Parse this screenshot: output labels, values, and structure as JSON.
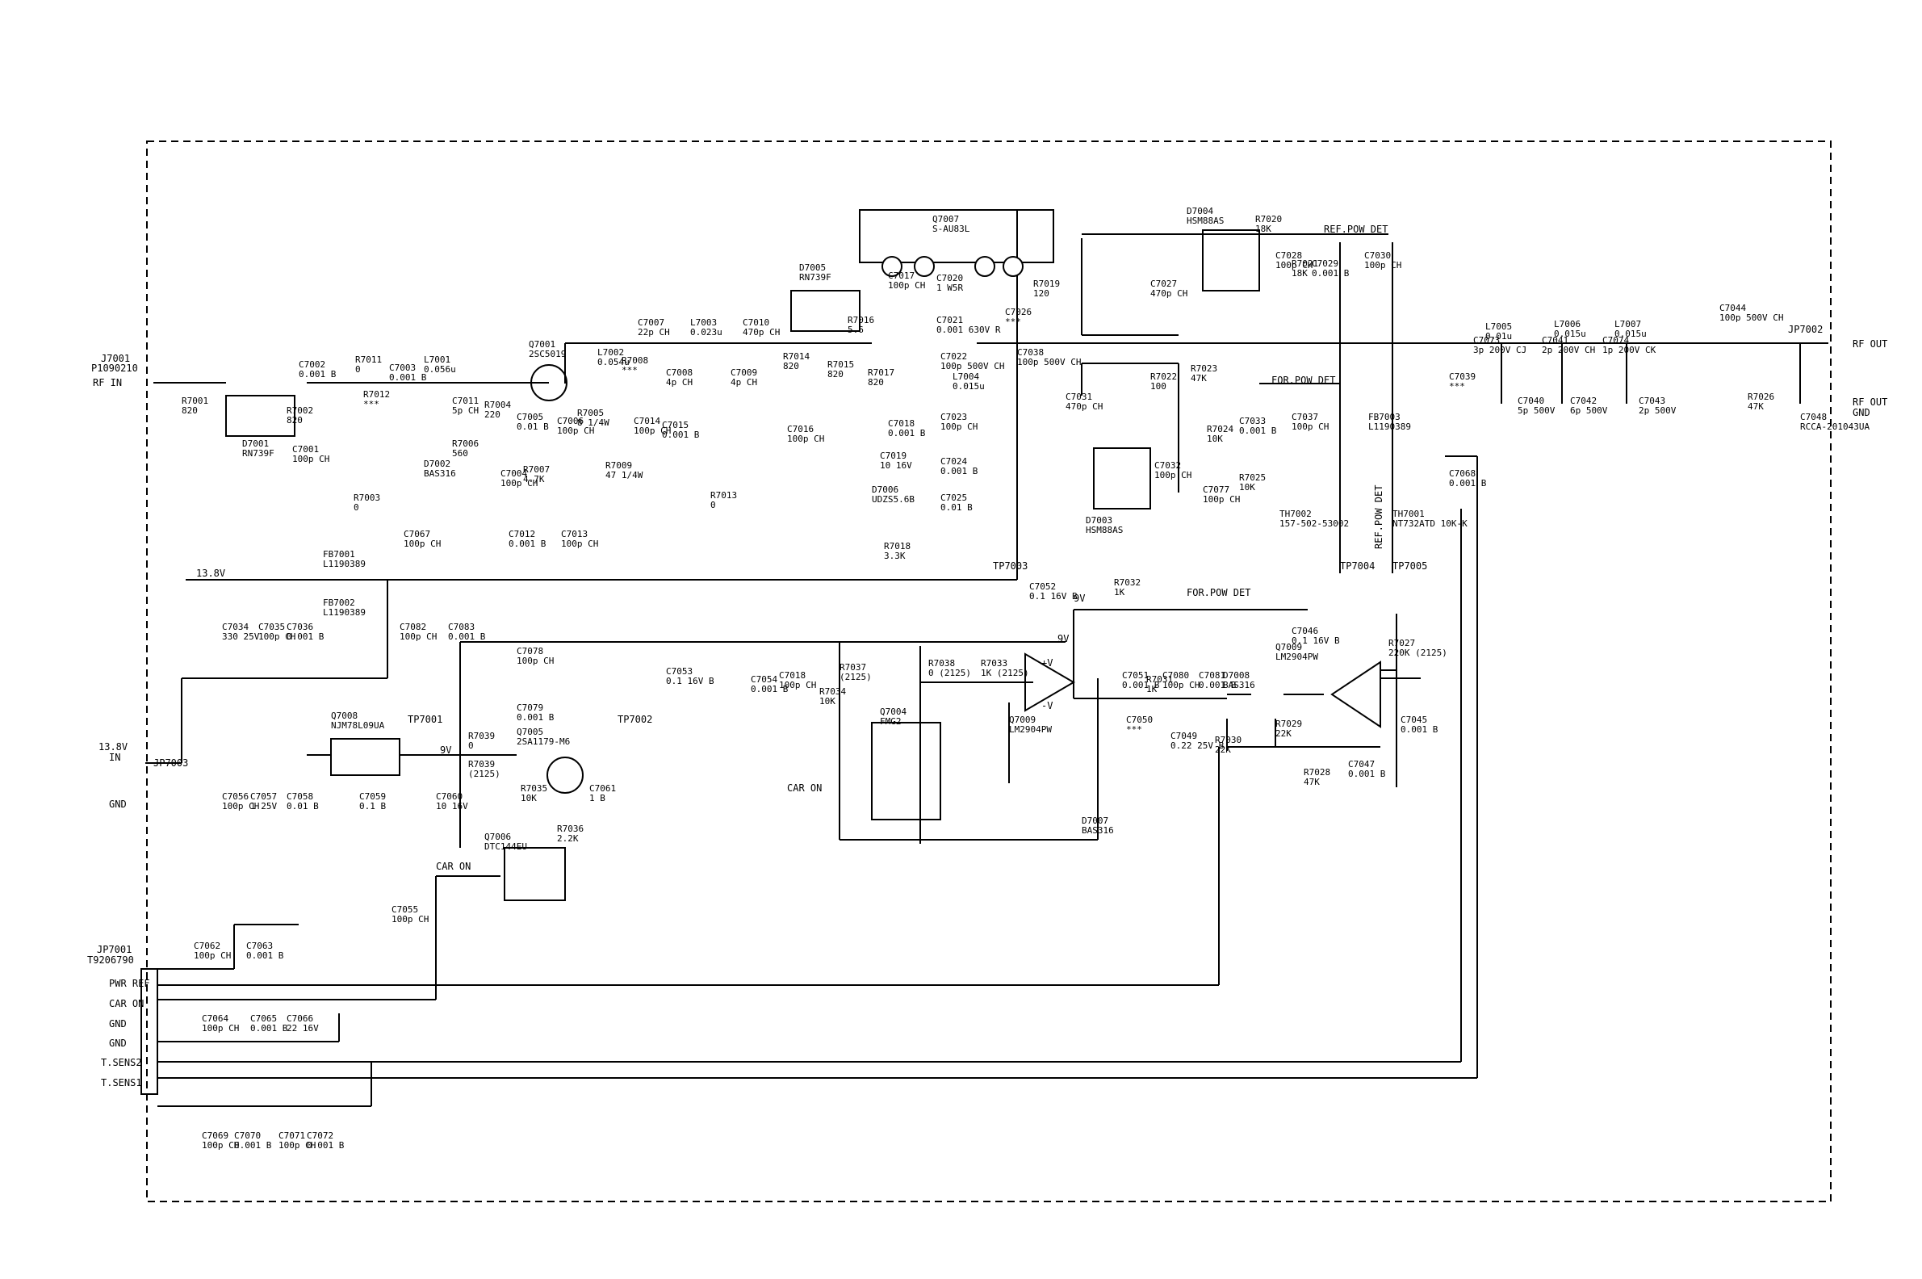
{
  "connectors": {
    "rf_in_ref": "J7001",
    "rf_in_part": "P1090210",
    "rf_in_label": "RF IN",
    "rf_out_ref": "JP7002",
    "rf_out_label": "RF OUT",
    "rf_out_gnd_label": "RF OUT",
    "rf_out_gnd_label2": "GND",
    "supply_label": "13.8V",
    "supply_in_label": "13.8V",
    "supply_in_label2": "IN",
    "supply_in_ref": "JP7003",
    "gnd_label": "GND",
    "jp7001_ref": "JP7001",
    "jp7001_part": "T9206790",
    "jp7001_pins": [
      "PWR REF",
      "CAR ON",
      "GND",
      "GND",
      "T.SENS2",
      "T.SENS1"
    ]
  },
  "test_points": [
    "TP7001",
    "TP7002",
    "TP7003",
    "TP7004",
    "TP7005"
  ],
  "labels": {
    "ref_pow_det_top": "REF.POW DET",
    "for_pow_det_mid": "FOR.POW DET",
    "for_pow_det_low": "FOR.POW DET",
    "ref_pow_det_vert": "REF.POW DET",
    "car_on_1": "CAR ON",
    "car_on_2": "CAR ON",
    "v9_1": "9V",
    "v9_2": "9V",
    "v9_3": "9V",
    "vplus": "+V",
    "vminus": "-V"
  },
  "components": [
    {
      "ref": "C7002",
      "val": "0.001 B"
    },
    {
      "ref": "R7011",
      "val": "0"
    },
    {
      "ref": "C7003",
      "val": "0.001 B"
    },
    {
      "ref": "L7001",
      "val": "0.056u"
    },
    {
      "ref": "R7001",
      "val": "820"
    },
    {
      "ref": "R7002",
      "val": "820"
    },
    {
      "ref": "R7012",
      "val": "***"
    },
    {
      "ref": "C7001",
      "val": "100p CH"
    },
    {
      "ref": "D7001",
      "val": "RN739F"
    },
    {
      "ref": "Q7001",
      "val": "2SC5019"
    },
    {
      "ref": "C7011",
      "val": "5p CH"
    },
    {
      "ref": "R7004",
      "val": "220"
    },
    {
      "ref": "R7006",
      "val": "560"
    },
    {
      "ref": "D7002",
      "val": "BAS316"
    },
    {
      "ref": "C7004",
      "val": "100p CH"
    },
    {
      "ref": "C7005",
      "val": "0.01 B"
    },
    {
      "ref": "C7006",
      "val": "100p CH"
    },
    {
      "ref": "R7005",
      "val": "8 1/4W"
    },
    {
      "ref": "R7007",
      "val": "4.7K"
    },
    {
      "ref": "R7003",
      "val": "0"
    },
    {
      "ref": "C7067",
      "val": "100p CH"
    },
    {
      "ref": "C7012",
      "val": "0.001 B"
    },
    {
      "ref": "C7013",
      "val": "100p CH"
    },
    {
      "ref": "L7002",
      "val": "0.054u"
    },
    {
      "ref": "R7008",
      "val": "***"
    },
    {
      "ref": "R7009",
      "val": "47 1/4W"
    },
    {
      "ref": "C7014",
      "val": "100p CH"
    },
    {
      "ref": "C7015",
      "val": "0.001 B"
    },
    {
      "ref": "C7007",
      "val": "22p CH"
    },
    {
      "ref": "L7003",
      "val": "0.023u"
    },
    {
      "ref": "C7008",
      "val": "4p CH"
    },
    {
      "ref": "C7009",
      "val": "4p CH"
    },
    {
      "ref": "C7010",
      "val": "470p CH"
    },
    {
      "ref": "R7013",
      "val": "0"
    },
    {
      "ref": "D7005",
      "val": "RN739F"
    },
    {
      "ref": "R7014",
      "val": "820"
    },
    {
      "ref": "R7015",
      "val": "820"
    },
    {
      "ref": "C7016",
      "val": "100p CH"
    },
    {
      "ref": "R7016",
      "val": "5.6"
    },
    {
      "ref": "R7017",
      "val": "820"
    },
    {
      "ref": "C7017",
      "val": "100p CH"
    },
    {
      "ref": "C7018",
      "val": "0.001 B"
    },
    {
      "ref": "C7019",
      "val": "10 16V"
    },
    {
      "ref": "D7006",
      "val": "UDZS5.6B"
    },
    {
      "ref": "R7018",
      "val": "3.3K"
    },
    {
      "ref": "Q7007",
      "val": "S-AU83L"
    },
    {
      "ref": "C7020",
      "val": "1 W5R"
    },
    {
      "ref": "C7021",
      "val": "0.001 630V R"
    },
    {
      "ref": "C7026",
      "val": "***"
    },
    {
      "ref": "C7022",
      "val": "100p 500V CH"
    },
    {
      "ref": "L7004",
      "val": "0.015u"
    },
    {
      "ref": "C7023",
      "val": "100p CH"
    },
    {
      "ref": "C7024",
      "val": "0.001 B"
    },
    {
      "ref": "C7025",
      "val": "0.01 B"
    },
    {
      "ref": "R7019",
      "val": "120"
    },
    {
      "ref": "C7038",
      "val": "100p 500V CH"
    },
    {
      "ref": "D7004",
      "val": "HSM88AS"
    },
    {
      "ref": "R7020",
      "val": "18K"
    },
    {
      "ref": "C7027",
      "val": "470p CH"
    },
    {
      "ref": "C7028",
      "val": "100p CH"
    },
    {
      "ref": "R7021",
      "val": "18K"
    },
    {
      "ref": "C7029",
      "val": "0.001 B"
    },
    {
      "ref": "C7030",
      "val": "100p CH"
    },
    {
      "ref": "C7031",
      "val": "470p CH"
    },
    {
      "ref": "R7022",
      "val": "100"
    },
    {
      "ref": "R7023",
      "val": "47K"
    },
    {
      "ref": "R7024",
      "val": "10K"
    },
    {
      "ref": "C7033",
      "val": "0.001 B"
    },
    {
      "ref": "C7037",
      "val": "100p CH"
    },
    {
      "ref": "D7003",
      "val": "HSM88AS"
    },
    {
      "ref": "C7032",
      "val": "100p CH"
    },
    {
      "ref": "C7077",
      "val": "100p CH"
    },
    {
      "ref": "R7025",
      "val": "10K"
    },
    {
      "ref": "TH7002",
      "val": "157-502-53002"
    },
    {
      "ref": "FB7003",
      "val": "L1190389"
    },
    {
      "ref": "C7039",
      "val": "***"
    },
    {
      "ref": "TH7001",
      "val": "NT732ATD 10K-K"
    },
    {
      "ref": "C7068",
      "val": "0.001 B"
    },
    {
      "ref": "L7005",
      "val": "0.01u"
    },
    {
      "ref": "L7006",
      "val": "0.015u"
    },
    {
      "ref": "L7007",
      "val": "0.015u"
    },
    {
      "ref": "C7073",
      "val": "3p 200V CJ"
    },
    {
      "ref": "C7041",
      "val": "2p 200V CH"
    },
    {
      "ref": "C7074",
      "val": "1p 200V CK"
    },
    {
      "ref": "C7040",
      "val": "5p 500V"
    },
    {
      "ref": "C7042",
      "val": "6p 500V"
    },
    {
      "ref": "C7043",
      "val": "2p 500V"
    },
    {
      "ref": "C7044",
      "val": "100p 500V CH"
    },
    {
      "ref": "R7026",
      "val": "47K"
    },
    {
      "ref": "C7048",
      "val": "RCCA-201043UA"
    },
    {
      "ref": "FB7001",
      "val": "L1190389"
    },
    {
      "ref": "FB7002",
      "val": "L1190389"
    },
    {
      "ref": "C7034",
      "val": "330 25V"
    },
    {
      "ref": "C7035",
      "val": "100p CH"
    },
    {
      "ref": "C7036",
      "val": "0.001 B"
    },
    {
      "ref": "C7082",
      "val": "100p CH"
    },
    {
      "ref": "C7083",
      "val": "0.001 B"
    },
    {
      "ref": "C7078",
      "val": "100p CH"
    },
    {
      "ref": "C7079",
      "val": "0.001 B"
    },
    {
      "ref": "C7053",
      "val": "0.1 16V B"
    },
    {
      "ref": "C7054",
      "val": "0.001 B"
    },
    {
      "ref": "C7018b",
      "val": "100p CH"
    },
    {
      "ref": "R7034",
      "val": "10K"
    },
    {
      "ref": "R7037",
      "val": "(2125)"
    },
    {
      "ref": "Q7008",
      "val": "NJM78L09UA"
    },
    {
      "ref": "C7056",
      "val": "100p CH"
    },
    {
      "ref": "C7057",
      "val": "1 25V"
    },
    {
      "ref": "C7058",
      "val": "0.01 B"
    },
    {
      "ref": "C7059",
      "val": "0.1 B"
    },
    {
      "ref": "C7060",
      "val": "10 16V"
    },
    {
      "ref": "R7039",
      "val": "0"
    },
    {
      "ref": "R7039b",
      "val": "(2125)"
    },
    {
      "ref": "Q7005",
      "val": "2SA1179-M6"
    },
    {
      "ref": "R7035",
      "val": "10K"
    },
    {
      "ref": "R7036",
      "val": "2.2K"
    },
    {
      "ref": "C7061",
      "val": "1 B"
    },
    {
      "ref": "Q7006",
      "val": "DTC144EU"
    },
    {
      "ref": "C7055",
      "val": "100p CH"
    },
    {
      "ref": "Q7004",
      "val": "FMG2"
    },
    {
      "ref": "R7038",
      "val": "0 (2125)"
    },
    {
      "ref": "R7033",
      "val": "1K (2125)"
    },
    {
      "ref": "Q7009a",
      "val": "LM2904PW"
    },
    {
      "ref": "D7007",
      "val": "BAS316"
    },
    {
      "ref": "C7052",
      "val": "0.1 16V B"
    },
    {
      "ref": "R7032",
      "val": "1K"
    },
    {
      "ref": "C7051",
      "val": "0.001 B"
    },
    {
      "ref": "C7080",
      "val": "100p CH"
    },
    {
      "ref": "C7081",
      "val": "0.001 B"
    },
    {
      "ref": "R7031",
      "val": "1K"
    },
    {
      "ref": "C7050",
      "val": "***"
    },
    {
      "ref": "C7049",
      "val": "0.22 25V B"
    },
    {
      "ref": "R7030",
      "val": "22K"
    },
    {
      "ref": "D7008",
      "val": "BAS316"
    },
    {
      "ref": "R7029",
      "val": "22K"
    },
    {
      "ref": "C7046",
      "val": "0.1 16V B"
    },
    {
      "ref": "Q7009b",
      "val": "LM2904PW"
    },
    {
      "ref": "R7027",
      "val": "220K (2125)"
    },
    {
      "ref": "C7045",
      "val": "0.001 B"
    },
    {
      "ref": "R7028",
      "val": "47K"
    },
    {
      "ref": "C7047",
      "val": "0.001 B"
    },
    {
      "ref": "C7062",
      "val": "100p CH"
    },
    {
      "ref": "C7063",
      "val": "0.001 B"
    },
    {
      "ref": "C7064",
      "val": "100p CH"
    },
    {
      "ref": "C7065",
      "val": "0.001 B"
    },
    {
      "ref": "C7066",
      "val": "22 16V"
    },
    {
      "ref": "C7069",
      "val": "100p CH"
    },
    {
      "ref": "C7070",
      "val": "0.001 B"
    },
    {
      "ref": "C7071",
      "val": "100p CH"
    },
    {
      "ref": "C7072",
      "val": "0.001 B"
    }
  ]
}
